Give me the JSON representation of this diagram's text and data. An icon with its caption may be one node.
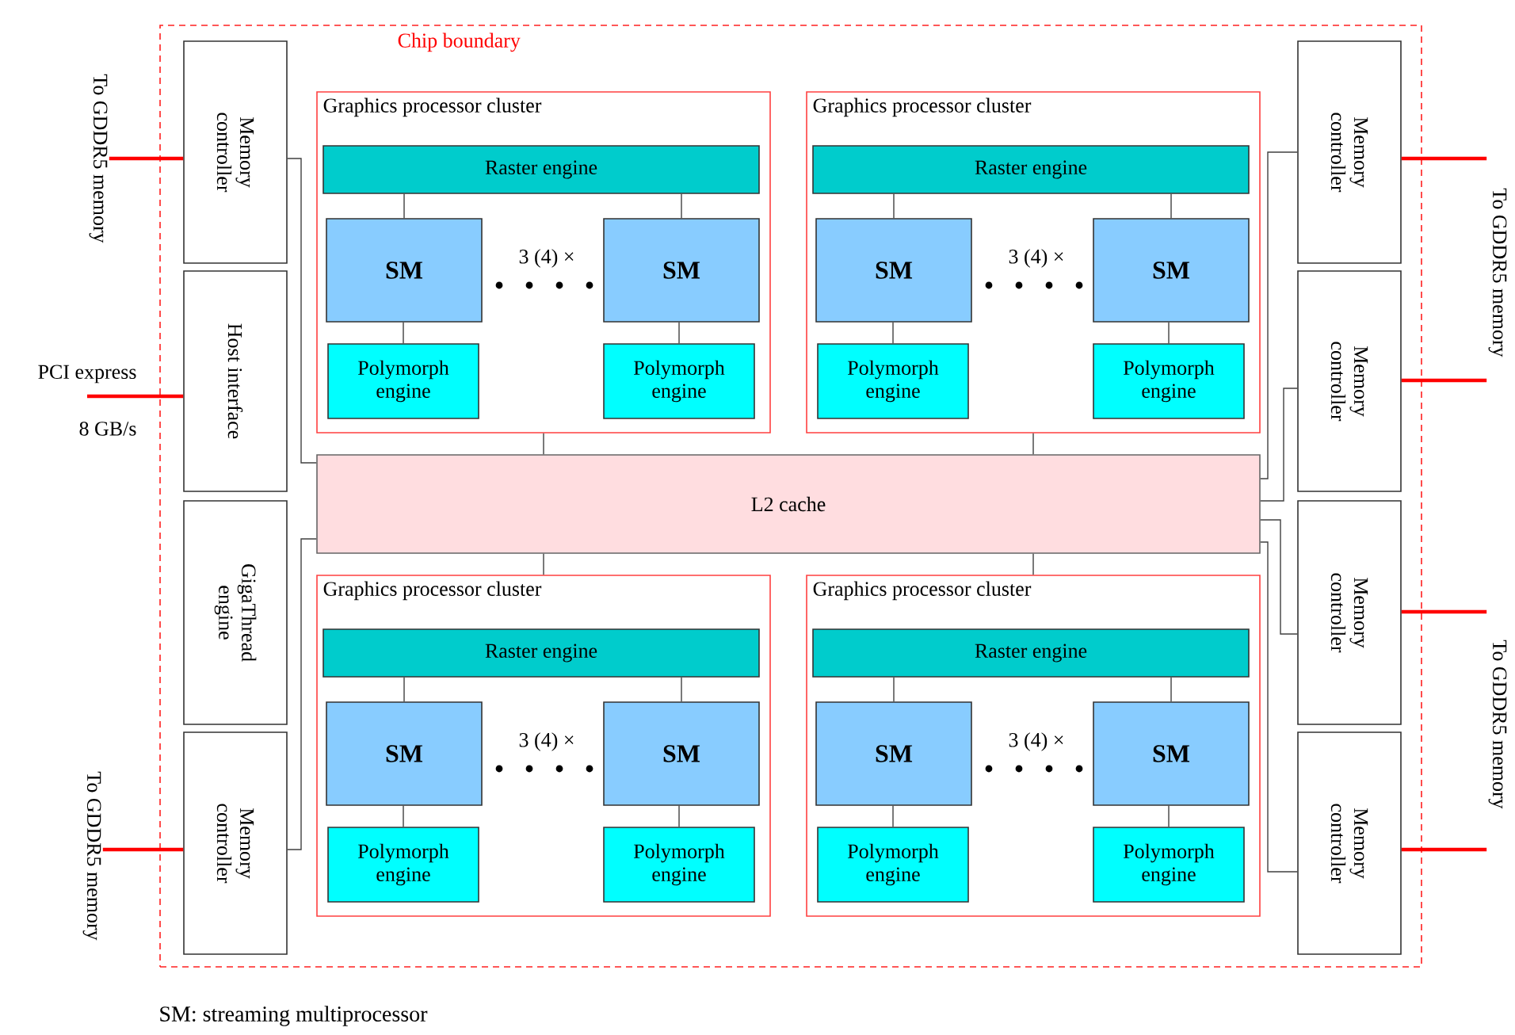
{
  "diagram": {
    "caption": "SM: streaming multiprocessor",
    "nodes": [
      {
        "text": [
          "Chip boundary"
        ]
      },
      {
        "text": [
          "Memory controller"
        ],
        "in": 0
      },
      {
        "text": [
          "Host interface"
        ],
        "in": 0
      },
      {
        "text": [
          "GigaThread engine"
        ],
        "in": 0
      },
      {
        "text": [
          "Memory controller"
        ],
        "in": 0
      },
      {
        "text": [
          "Memory controller"
        ],
        "in": 0
      },
      {
        "text": [
          "Memory controller"
        ],
        "in": 0
      },
      {
        "text": [
          "Memory controller"
        ],
        "in": 0
      },
      {
        "text": [
          "Memory controller"
        ],
        "in": 0
      },
      {
        "text": [
          "Graphics processor cluster"
        ],
        "in": 0
      },
      {
        "text": [
          "Raster engine"
        ],
        "in": 9
      },
      {
        "text": [
          "SM"
        ],
        "in": 9
      },
      {
        "text": [
          "SM"
        ],
        "in": 9
      },
      {
        "text": [
          "Polymorph engine"
        ],
        "in": 9
      },
      {
        "text": [
          "Polymorph engine"
        ],
        "in": 9
      },
      {
        "text": [
          "Graphics processor cluster"
        ],
        "in": 0
      },
      {
        "text": [
          "Raster engine"
        ],
        "in": 15
      },
      {
        "text": [
          "SM"
        ],
        "in": 15
      },
      {
        "text": [
          "SM"
        ],
        "in": 15
      },
      {
        "text": [
          "Polymorph engine"
        ],
        "in": 15
      },
      {
        "text": [
          "Polymorph engine"
        ],
        "in": 15
      },
      {
        "text": [
          "L2 cache"
        ],
        "in": 0
      },
      {
        "text": [
          "Graphics processor cluster"
        ],
        "in": 0
      },
      {
        "text": [
          "Raster engine"
        ],
        "in": 22
      },
      {
        "text": [
          "SM"
        ],
        "in": 22
      },
      {
        "text": [
          "SM"
        ],
        "in": 22
      },
      {
        "text": [
          "Polymorph engine"
        ],
        "in": 22
      },
      {
        "text": [
          "Polymorph engine"
        ],
        "in": 22
      },
      {
        "text": [
          "Graphics processor cluster"
        ],
        "in": 0
      },
      {
        "text": [
          "Raster engine"
        ],
        "in": 28
      },
      {
        "text": [
          "SM"
        ],
        "in": 28
      },
      {
        "text": [
          "SM"
        ],
        "in": 28
      },
      {
        "text": [
          "Polymorph engine"
        ],
        "in": 28
      },
      {
        "text": [
          "Polymorph engine"
        ],
        "in": 28
      },
      {
        "text": [
          "To GDDR5 memory"
        ]
      },
      {
        "text": [
          "PCI express"
        ],
        "beside": [
          "8 GB/s"
        ]
      },
      {
        "text": [
          "To GDDR5 memory"
        ]
      },
      {
        "text": [
          "To GDDR5 memory"
        ]
      },
      {
        "text": [
          "To GDDR5 memory"
        ]
      }
    ],
    "edges": [
      {
        "from": 10,
        "to": 11,
        "arrow": "none"
      },
      {
        "from": 10,
        "to": 12,
        "arrow": "none"
      },
      {
        "from": 11,
        "to": 13,
        "arrow": "none"
      },
      {
        "from": 12,
        "to": 14,
        "arrow": "none"
      },
      {
        "from": 9,
        "to": 21,
        "arrow": "none"
      },
      {
        "from": 16,
        "to": 17,
        "arrow": "none"
      },
      {
        "from": 16,
        "to": 18,
        "arrow": "none"
      },
      {
        "from": 17,
        "to": 19,
        "arrow": "none"
      },
      {
        "from": 18,
        "to": 20,
        "arrow": "none"
      },
      {
        "from": 15,
        "to": 21,
        "arrow": "none"
      },
      {
        "from": 21,
        "to": 22,
        "arrow": "none"
      },
      {
        "from": 23,
        "to": 24,
        "arrow": "none"
      },
      {
        "from": 23,
        "to": 25,
        "arrow": "none"
      },
      {
        "from": 24,
        "to": 26,
        "arrow": "none"
      },
      {
        "from": 25,
        "to": 27,
        "arrow": "none"
      },
      {
        "from": 21,
        "to": 28,
        "arrow": "none"
      },
      {
        "from": 29,
        "to": 30,
        "arrow": "none"
      },
      {
        "from": 29,
        "to": 31,
        "arrow": "none"
      },
      {
        "from": 30,
        "to": 32,
        "arrow": "none"
      },
      {
        "from": 31,
        "to": 33,
        "arrow": "none"
      },
      {
        "from": 1,
        "to": 21,
        "arrow": "none"
      },
      {
        "from": 4,
        "to": 21,
        "arrow": "none"
      },
      {
        "from": 5,
        "to": 21,
        "arrow": "none"
      },
      {
        "from": 6,
        "to": 21,
        "arrow": "none"
      },
      {
        "from": 7,
        "to": 21,
        "arrow": "none"
      },
      {
        "from": 8,
        "to": 21,
        "arrow": "none"
      },
      {
        "from": 1,
        "to": 34,
        "arrow": "none",
        "style": "thick",
        "color": "#ff0000"
      },
      {
        "from": 2,
        "to": 35,
        "arrow": "none",
        "style": "thick",
        "color": "#ff0000"
      },
      {
        "from": 4,
        "to": 36,
        "arrow": "none",
        "style": "thick",
        "color": "#ff0000"
      },
      {
        "from": 5,
        "to": 37,
        "arrow": "none",
        "style": "thick",
        "color": "#ff0000"
      },
      {
        "from": 6,
        "to": 37,
        "arrow": "none",
        "style": "thick",
        "color": "#ff0000"
      },
      {
        "from": 7,
        "to": 38,
        "arrow": "none",
        "style": "thick",
        "color": "#ff0000"
      },
      {
        "from": 8,
        "to": 38,
        "arrow": "none",
        "style": "thick",
        "color": "#ff0000"
      }
    ],
    "labels": [
      "3 (4) ×",
      "3 (4) ×",
      "3 (4) ×",
      "3 (4) ×"
    ]
  }
}
